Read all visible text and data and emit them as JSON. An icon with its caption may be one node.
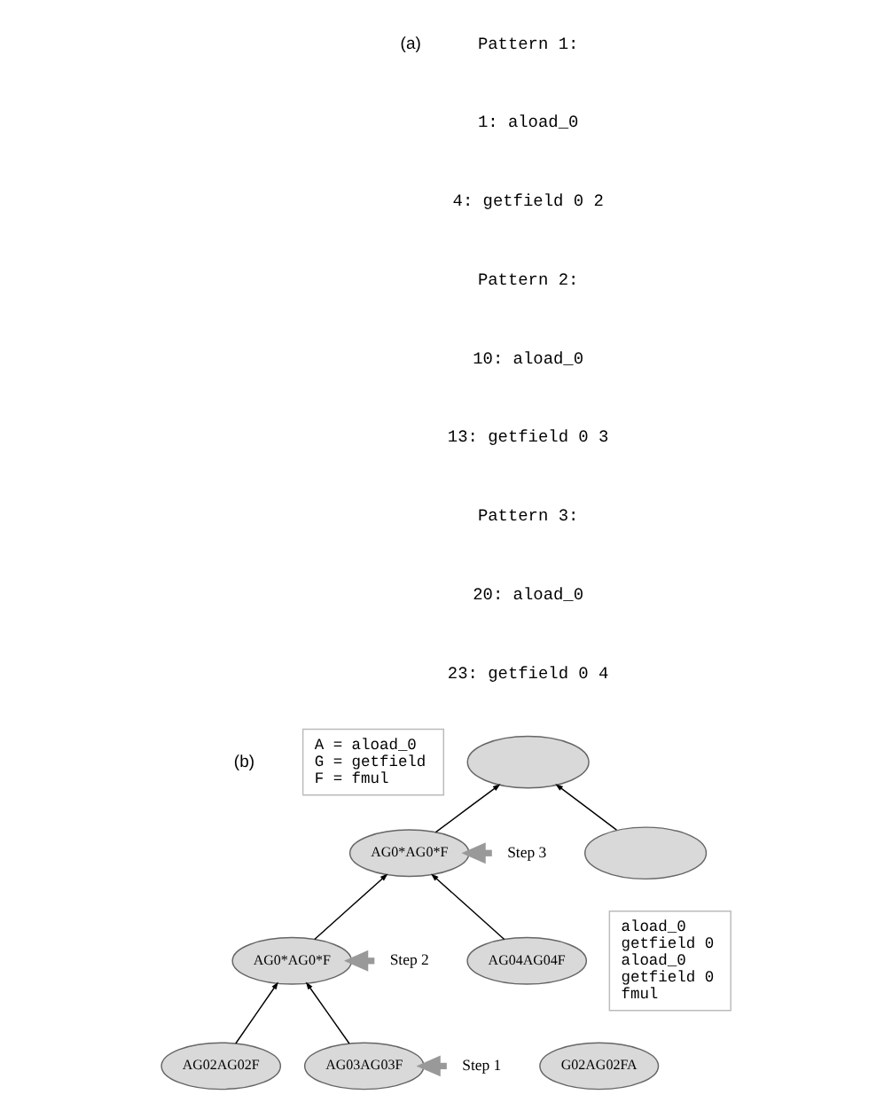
{
  "diagram": {
    "nodes": [
      {
        "text": [
          "A = aload_0",
          "G = getfield",
          "F = fmul"
        ]
      },
      {
        "text": [],
        "shape": "ellipse"
      },
      {
        "text": [
          "Step 3"
        ]
      },
      {
        "text": [
          "AG0*AG0*F"
        ]
      },
      {
        "text": [],
        "shape": "ellipse"
      },
      {
        "text": [
          "Step 2"
        ]
      },
      {
        "text": [
          "AG0*AG0*F"
        ]
      },
      {
        "text": [
          "Step 1"
        ]
      },
      {
        "text": [
          "AG02AG02F"
        ]
      },
      {
        "text": [
          "G02AG02FA"
        ]
      },
      {
        "text": [
          "AG03AG03F"
        ]
      },
      {
        "text": [
          "AG04AG04F"
        ]
      },
      {
        "text": [
          "aload_0",
          "getfield 0",
          "aload_0",
          "getfield 0",
          "fmul"
        ]
      }
    ],
    "edges": [
      {
        "from": 3,
        "to": 1,
        "arrow": "to"
      },
      {
        "from": 4,
        "to": 1,
        "arrow": "to"
      },
      {
        "from": 6,
        "to": 3,
        "arrow": "to"
      },
      {
        "from": 11,
        "to": 3,
        "arrow": "to"
      },
      {
        "from": 8,
        "to": 6,
        "arrow": "to"
      },
      {
        "from": 10,
        "to": 6,
        "arrow": "to"
      },
      {
        "from": 2,
        "to": 3,
        "arrow": "to",
        "style": "thick",
        "color": "#999999"
      },
      {
        "from": 5,
        "to": 6,
        "arrow": "to",
        "style": "thick",
        "color": "#999999"
      },
      {
        "from": 7,
        "to": 10,
        "arrow": "to",
        "style": "thick",
        "color": "#999999"
      }
    ],
    "labels": [
      "(a)",
      "Pattern 1:",
      "1: aload_0",
      "4: getfield 0 2",
      "Pattern 2:",
      "10: aload_0",
      "13: getfield 0 3",
      "Pattern 3:",
      "20: aload_0",
      "23: getfield 0 4",
      "(b)"
    ]
  }
}
